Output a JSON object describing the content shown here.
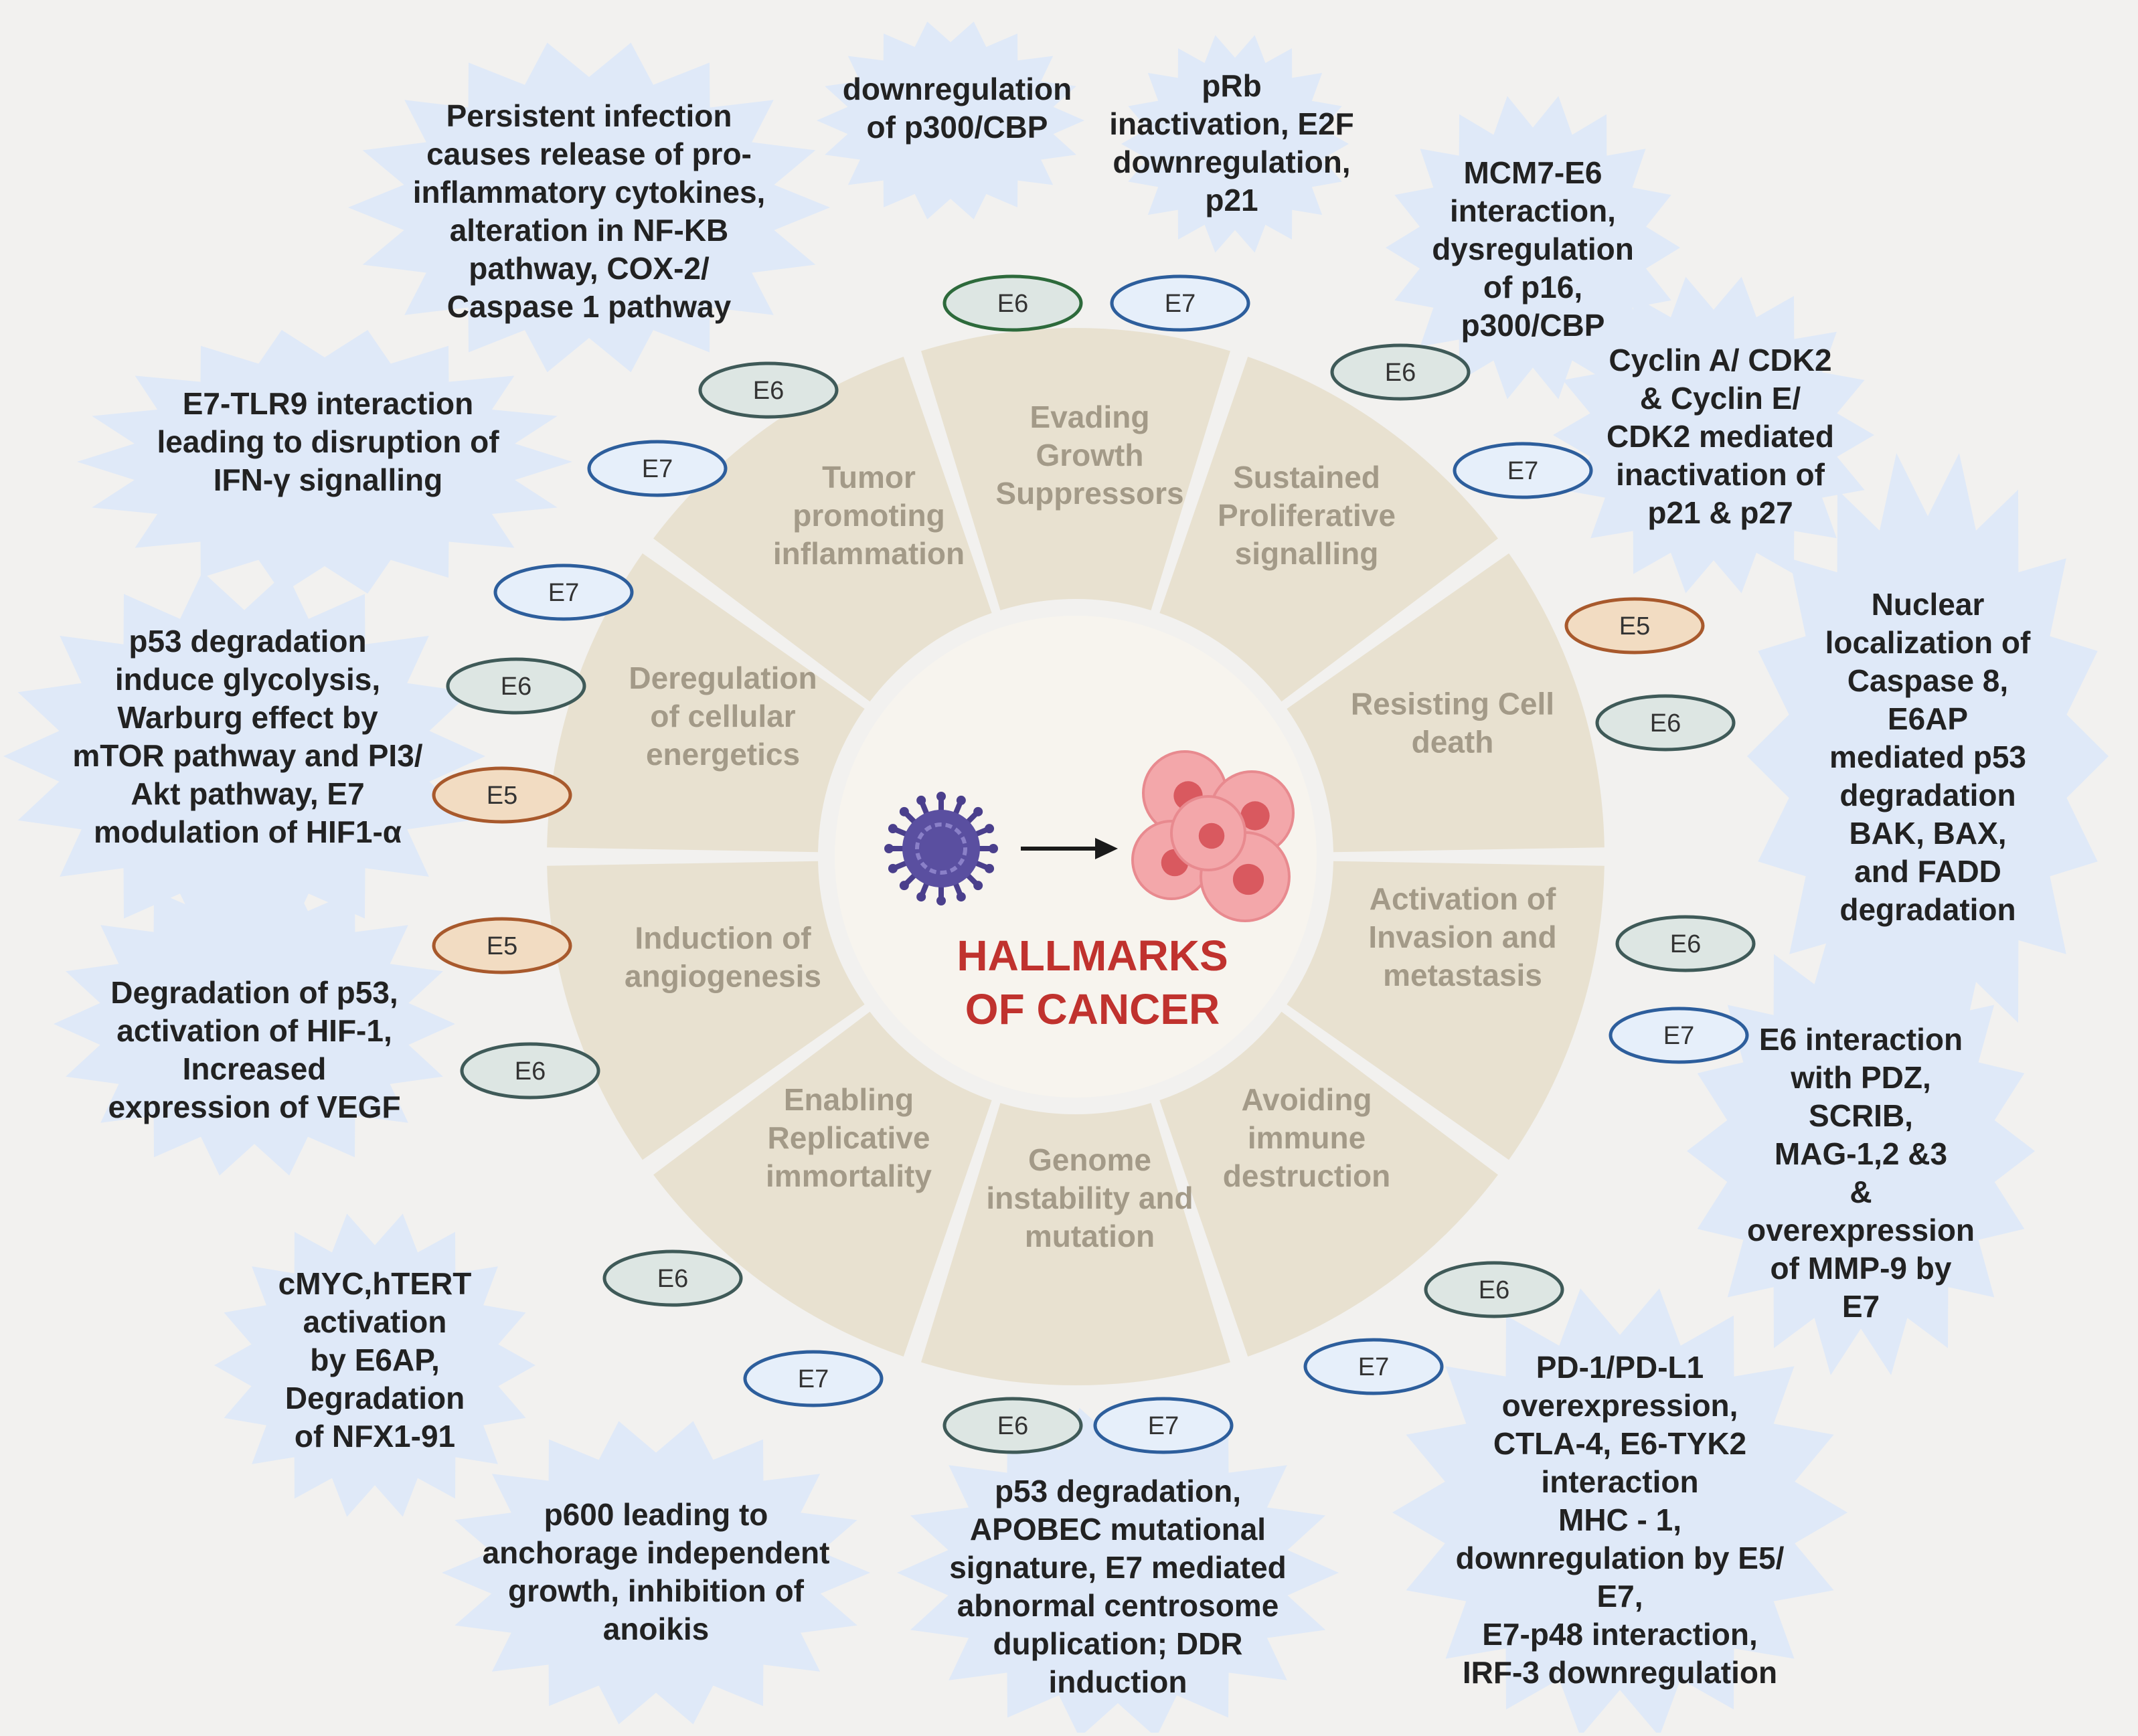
{
  "center": {
    "title_line1": "HALLMARKS",
    "title_line2": "OF CANCER"
  },
  "segments": [
    {
      "key": "evading",
      "lines": [
        "Evading",
        "Growth",
        "Suppressors"
      ]
    },
    {
      "key": "sustained",
      "lines": [
        "Sustained",
        "Proliferative",
        "signalling"
      ]
    },
    {
      "key": "resisting",
      "lines": [
        "Resisting Cell",
        "death"
      ]
    },
    {
      "key": "invasion",
      "lines": [
        "Activation of",
        "Invasion and",
        "metastasis"
      ]
    },
    {
      "key": "immune",
      "lines": [
        "Avoiding",
        "immune",
        "destruction"
      ]
    },
    {
      "key": "genome",
      "lines": [
        "Genome",
        "instability and",
        "mutation"
      ]
    },
    {
      "key": "replicative",
      "lines": [
        "Enabling",
        "Replicative",
        "immortality"
      ]
    },
    {
      "key": "angiogenesis",
      "lines": [
        "Induction of",
        "angiogenesis"
      ]
    },
    {
      "key": "energetics",
      "lines": [
        "Deregulation",
        "of cellular",
        "energetics"
      ]
    },
    {
      "key": "inflammation",
      "lines": [
        "Tumor",
        "promoting",
        "inflammation"
      ]
    }
  ],
  "notes": [
    {
      "key": "inflammation",
      "text": "Persistent infection\ncauses release of pro-\ninflammatory cytokines,\nalteration in NF-KB\npathway, COX-2/\nCaspase 1 pathway"
    },
    {
      "key": "p300",
      "text": "downregulation\nof p300/CBP"
    },
    {
      "key": "prb",
      "text": "pRb\ninactivation, E2F\ndownregulation,\np21"
    },
    {
      "key": "mcm7",
      "text": "MCM7-E6\ninteraction,\ndysregulation\nof p16,\np300/CBP"
    },
    {
      "key": "cyclin",
      "text": "Cyclin A/ CDK2\n& Cyclin E/\nCDK2 mediated\ninactivation of\np21 & p27"
    },
    {
      "key": "tlr9",
      "text": "E7-TLR9 interaction\nleading to disruption of\nIFN-γ signalling"
    },
    {
      "key": "glycolysis",
      "text": "p53 degradation\ninduce glycolysis,\nWarburg effect by\nmTOR pathway and PI3/\nAkt pathway, E7\nmodulation of HIF1-α"
    },
    {
      "key": "nuclear",
      "text": "Nuclear\nlocalization of\nCaspase 8,\nE6AP\nmediated p53\ndegradation\nBAK, BAX,\nand FADD\ndegradation"
    },
    {
      "key": "vegf",
      "text": "Degradation of p53,\nactivation of HIF-1,\nIncreased\nexpression of VEGF"
    },
    {
      "key": "pdz",
      "text": "E6 interaction\nwith PDZ,\nSCRIB,\nMAG-1,2 &3\n&\noverexpression\nof MMP-9 by\nE7"
    },
    {
      "key": "cmyc",
      "text": "cMYC,hTERT\nactivation\nby E6AP,\nDegradation\nof NFX1-91"
    },
    {
      "key": "pd1",
      "text": "PD-1/PD-L1\noverexpression,\nCTLA-4, E6-TYK2\ninteraction\nMHC - 1,\ndownregulation by E5/\nE7,\nE7-p48 interaction,\nIRF-3 downregulation"
    },
    {
      "key": "p600",
      "text": "p600 leading to\nanchorage independent\ngrowth, inhibition of\nanoikis"
    },
    {
      "key": "apobec",
      "text": "p53 degradation,\nAPOBEC mutational\nsignature, E7 mediated\nabnormal centrosome\nduplication; DDR\ninduction"
    }
  ],
  "tags": [
    {
      "key": "top-e6",
      "label": "E6",
      "kind": "E6-dark"
    },
    {
      "key": "top-e7",
      "label": "E7",
      "kind": "E7"
    },
    {
      "key": "sust-e6",
      "label": "E6",
      "kind": "E6"
    },
    {
      "key": "sust-e7",
      "label": "E7",
      "kind": "E7"
    },
    {
      "key": "res-e5",
      "label": "E5",
      "kind": "E5"
    },
    {
      "key": "res-e6",
      "label": "E6",
      "kind": "E6"
    },
    {
      "key": "inv-e6",
      "label": "E6",
      "kind": "E6"
    },
    {
      "key": "inv-e7",
      "label": "E7",
      "kind": "E7"
    },
    {
      "key": "imm-e6",
      "label": "E6",
      "kind": "E6"
    },
    {
      "key": "imm-e7",
      "label": "E7",
      "kind": "E7"
    },
    {
      "key": "gen-e6",
      "label": "E6",
      "kind": "E6"
    },
    {
      "key": "gen-e7",
      "label": "E7",
      "kind": "E7"
    },
    {
      "key": "rep-e7",
      "label": "E7",
      "kind": "E7"
    },
    {
      "key": "rep-e6",
      "label": "E6",
      "kind": "E6"
    },
    {
      "key": "ang-e6",
      "label": "E6",
      "kind": "E6"
    },
    {
      "key": "ang-e5",
      "label": "E5",
      "kind": "E5"
    },
    {
      "key": "en-e5",
      "label": "E5",
      "kind": "E5"
    },
    {
      "key": "en-e6",
      "label": "E6",
      "kind": "E6"
    },
    {
      "key": "en-e7",
      "label": "E7",
      "kind": "E7"
    },
    {
      "key": "inf-e7",
      "label": "E7",
      "kind": "E7"
    },
    {
      "key": "inf-e6",
      "label": "E6",
      "kind": "E6"
    }
  ],
  "colors": {
    "ring": "#e8e1d0",
    "burst": "#dfe9f8",
    "e6_fill": "#dde6e3",
    "e6_stroke": "#3f5a58",
    "e6_dark_stroke": "#2d6a3b",
    "e7_fill": "#e6effa",
    "e7_stroke": "#2d5e9c",
    "e5_fill": "#f2dcc2",
    "e5_stroke": "#a8592c",
    "title": "#c0322e"
  },
  "icons": {
    "virus": "virus-icon",
    "arrow": "arrow-right-icon",
    "cells": "cancer-cells-icon"
  }
}
